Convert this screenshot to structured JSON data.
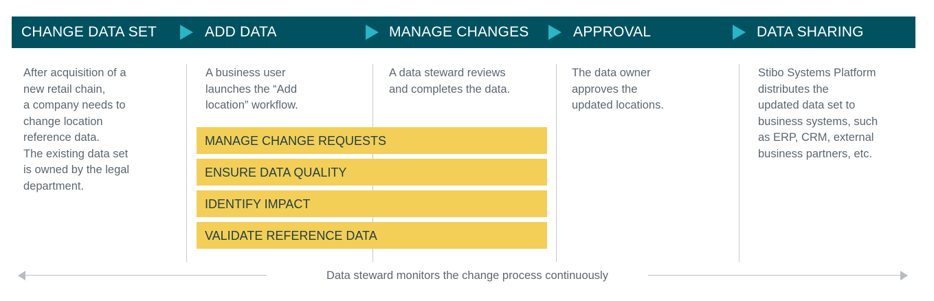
{
  "stages": [
    {
      "title": "CHANGE DATA SET",
      "description": "After acquisition of a\nnew retail chain,\na company needs to\nchange location\nreference data.\nThe existing data set\nis owned by the legal\ndepartment."
    },
    {
      "title": "ADD DATA",
      "description": "A business user\nlaunches the  “Add\nlocation” workflow."
    },
    {
      "title": "MANAGE CHANGES",
      "description": "A data steward reviews\nand completes the data."
    },
    {
      "title": "APPROVAL",
      "description": "The data owner\napproves the\nupdated locations."
    },
    {
      "title": "DATA SHARING",
      "description": "Stibo Systems Platform\ndistributes the\nupdated data set to\nbusiness systems, such\nas ERP, CRM, external\nbusiness partners, etc."
    }
  ],
  "tasks": [
    "MANAGE CHANGE REQUESTS",
    "ENSURE DATA QUALITY",
    "IDENTIFY IMPACT",
    "VALIDATE REFERENCE DATA"
  ],
  "footer": {
    "monitor_text": "Data steward monitors the change process continuously"
  },
  "colors": {
    "header_bg": "#005260",
    "chevron": "#2bb3c6",
    "task_bg": "#f3cf57",
    "body_text": "#5c6670"
  }
}
